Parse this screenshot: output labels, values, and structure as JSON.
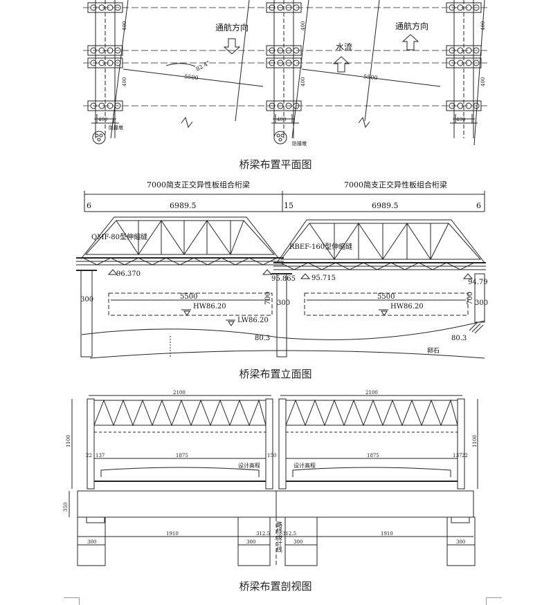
{
  "captions": {
    "plan": "桥梁布置平面图",
    "elevation": "桥梁布置立面图",
    "section": "桥梁布置剖视图"
  },
  "plan": {
    "nav_dir_1": "通航方向",
    "nav_dir_2": "通航方向",
    "water_flow": "水流",
    "angle": "82.4°",
    "span_1": "5500",
    "span_2": "5500",
    "dim_400": [
      "400",
      "400",
      "400",
      "400",
      "400",
      "400"
    ],
    "bottom_400": [
      "400",
      "400",
      "400"
    ],
    "collision_1": "防撞墩",
    "collision_2": "防撞墩"
  },
  "elevation": {
    "title_left": "7000简支正交异性板组合桁梁",
    "title_right": "7000简支正交异性板组合桁梁",
    "dim_6_left": "6",
    "dim_left": "6989.5",
    "dim_15": "15",
    "dim_right": "6989.5",
    "dim_6_right": "6",
    "joint_left": "QMF-80型伸缩缝",
    "joint_right": "RBEF-160型伸缩缝",
    "elev_1": "96.370",
    "elev_2": "95.865",
    "elev_3": "95.715",
    "elev_4": "94.79",
    "span_1": "5500",
    "span_2": "5500",
    "hw_1": "HW86.20",
    "hw_2": "HW86.20",
    "lw": "LW86.20",
    "h_300_left": "300",
    "h_700_1": "700",
    "h_300_mid": "300",
    "h_700_2": "700",
    "h_300_right": "300",
    "base_1": "80.3",
    "base_2": "80.3",
    "rock": "卵石"
  },
  "section": {
    "top_left": "2100",
    "top_right": "2100",
    "height": "1100",
    "d_22_l": "22",
    "d_137_l": "137",
    "d_1875_l": "1875",
    "d_150": "150",
    "d_1875_r": "1875",
    "d_137_r": "137",
    "d_22_r": "22",
    "design_elev_l": "设计高程",
    "design_elev_r": "设计高程",
    "cap_h": "350",
    "d_1910_l": "1910",
    "d_312_l": "312.5",
    "d_312_r": "312.5",
    "d_1910_r": "1910",
    "pier_300": [
      "300",
      "300",
      "300",
      "300"
    ],
    "centerline": "路线设计线"
  }
}
